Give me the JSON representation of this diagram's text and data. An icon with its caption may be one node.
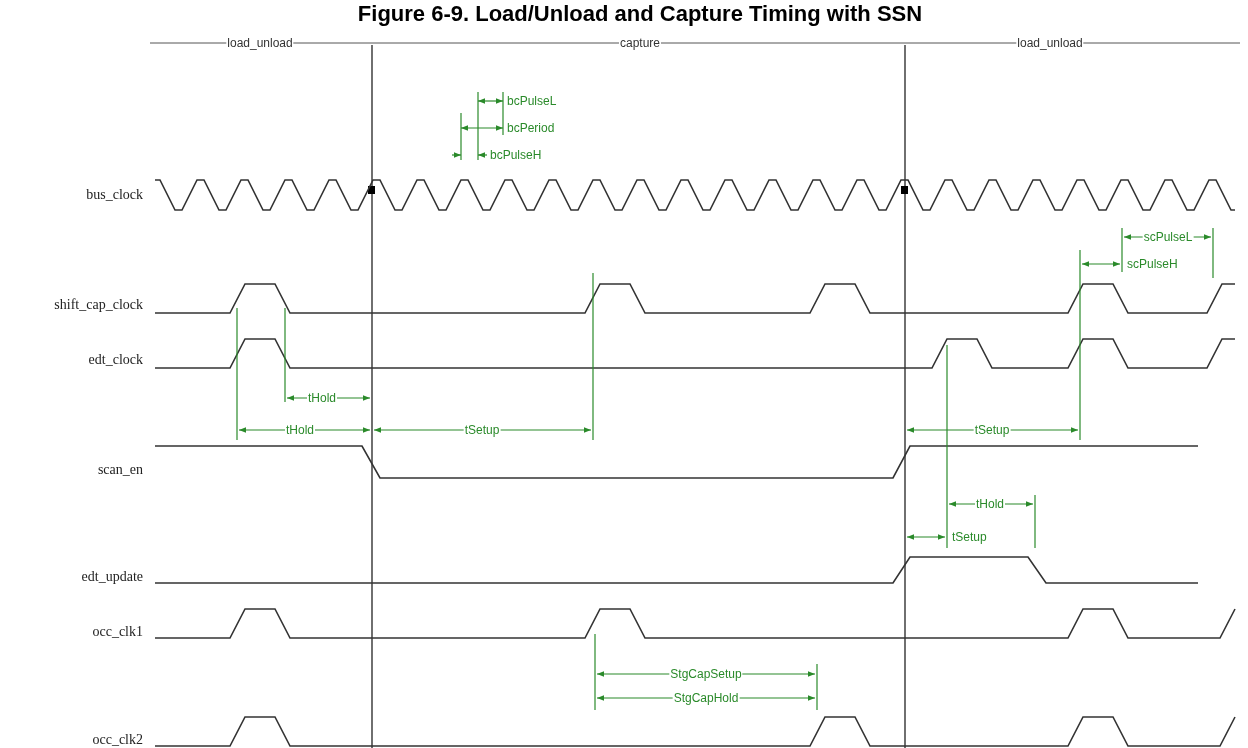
{
  "diagram": {
    "title": "Figure 6-9. Load/Unload and Capture Timing with SSN",
    "labels": [
      "load_unload",
      "capture",
      "load_unload",
      "bcPulseL",
      "bcPeriod",
      "bcPulseH",
      "bus_clock",
      "scPulseL",
      "scPulseH",
      "shift_cap_clock",
      "edt_clock",
      "tHold",
      "tHold",
      "tSetup",
      "tSetup",
      "scan_en",
      "tHold",
      "tSetup",
      "edt_update",
      "occ_clk1",
      "StgCapSetup",
      "StgCapHold",
      "occ_clk2"
    ]
  }
}
